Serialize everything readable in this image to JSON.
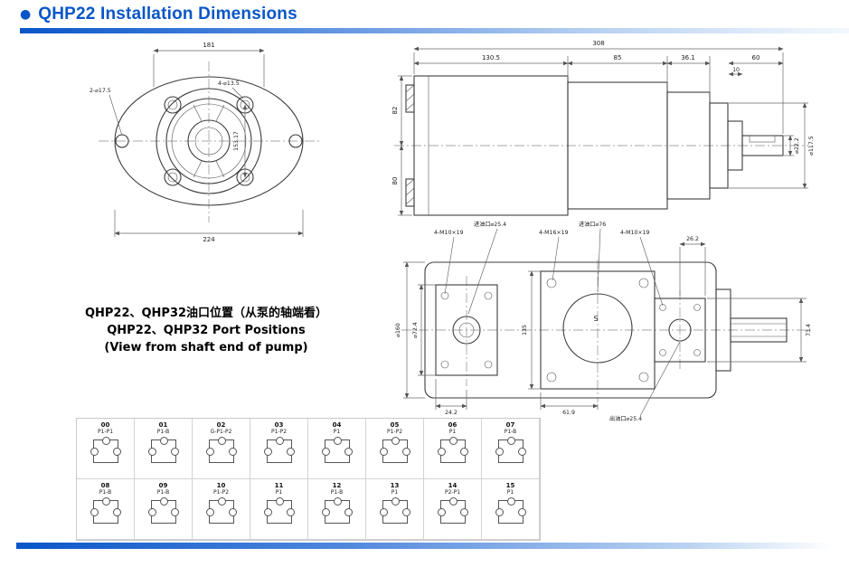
{
  "header": {
    "bullet": "●",
    "title": "QHP22 Installation Dimensions"
  },
  "caption": {
    "line1": "QHP22、QHP32油口位置（从泵的轴端看）",
    "line2": "QHP22、QHP32 Port Positions",
    "line3": "(View from shaft end of pump)"
  },
  "front_view": {
    "dim_width": "181",
    "note_side_holes": "2-⌀17.5",
    "note_bolt_holes": "4-⌀13.5",
    "dim_bolt_spacing": "153.17",
    "dim_overall": "224"
  },
  "side_view": {
    "dim_total": "308",
    "dim_front": "130.5",
    "dim_mid": "85",
    "dim_rear": "36.1",
    "dim_shaft": "60",
    "dim_step": "10",
    "dim_height_top": "82",
    "dim_height_bottom": "80",
    "shaft_dia": "⌀22.2",
    "flange_dia": "⌀117.5"
  },
  "port_view": {
    "note_bolts_left": "4-M10×19",
    "note_inlet_small": "进油口⌀25.4",
    "note_bolts_mid": "4-M16×19",
    "note_inlet_big": "进油口⌀76",
    "note_bolts_right": "4-M10×19",
    "dim_top_right": "26.2",
    "dim_outer_dia": "⌀160",
    "dim_inner_dia": "⌀72.4",
    "dim_mid_height": "135",
    "dim_right_height": "73.4",
    "dim_bottom_left": "24.2",
    "dim_bottom_mid": "61.9",
    "note_outlet": "出油口⌀25.4",
    "label_s": "S"
  },
  "variants": {
    "cells": [
      {
        "num": "00",
        "code": "P1-P1"
      },
      {
        "num": "01",
        "code": "P1-B"
      },
      {
        "num": "02",
        "code": "G-P1-P2"
      },
      {
        "num": "03",
        "code": "P1-P2"
      },
      {
        "num": "04",
        "code": "P1"
      },
      {
        "num": "05",
        "code": "P1-P2"
      },
      {
        "num": "06",
        "code": "P1"
      },
      {
        "num": "07",
        "code": "P1-B"
      },
      {
        "num": "08",
        "code": "P1-B"
      },
      {
        "num": "09",
        "code": "P1-B"
      },
      {
        "num": "10",
        "code": "P1-P2"
      },
      {
        "num": "11",
        "code": "P1"
      },
      {
        "num": "12",
        "code": "P1-B"
      },
      {
        "num": "13",
        "code": "P1"
      },
      {
        "num": "14",
        "code": "P2-P1"
      },
      {
        "num": "15",
        "code": "P1"
      }
    ]
  },
  "colors": {
    "accent": "#0a56c8"
  }
}
